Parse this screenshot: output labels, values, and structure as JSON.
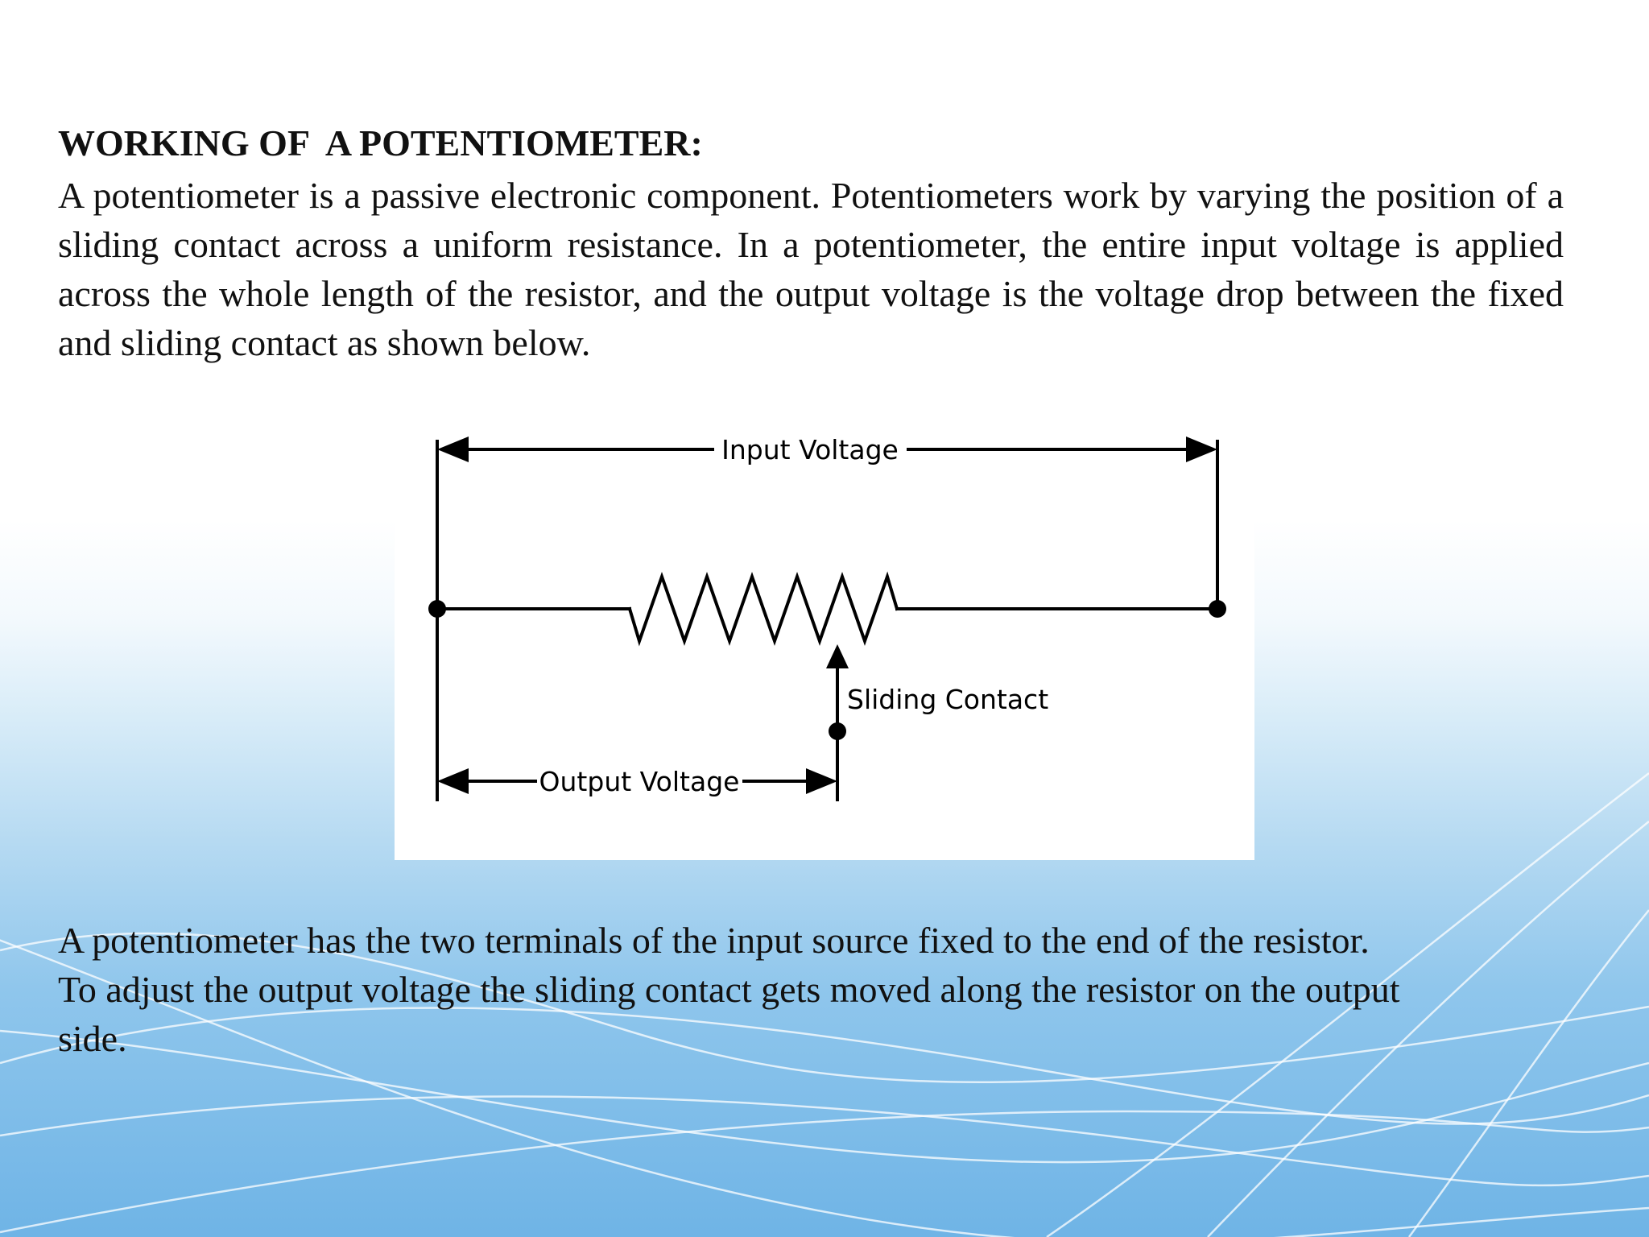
{
  "slide": {
    "heading": "WORKING OF  A POTENTIOMETER:",
    "paragraph_1": "A potentiometer is a passive electronic component. Potentiometers work by varying the position of a sliding contact across a uniform resistance. In a potentiometer, the entire input voltage is applied across the whole length of the resistor,  and the output voltage is the voltage drop between the fixed and sliding contact as shown below.",
    "paragraph_2_lines": [
      "A potentiometer has the two terminals of the input source fixed to the end of the resistor.",
      "To adjust the output voltage the sliding contact gets moved along the resistor on the output",
      "side."
    ]
  },
  "diagram": {
    "input_label": "Input Voltage",
    "sliding_label": "Sliding Contact",
    "output_label": "Output Voltage"
  },
  "colors": {
    "text": "#111111",
    "background_top": "#ffffff",
    "background_bottom": "#6fb4e6",
    "wave_lines": "#ffffff"
  }
}
